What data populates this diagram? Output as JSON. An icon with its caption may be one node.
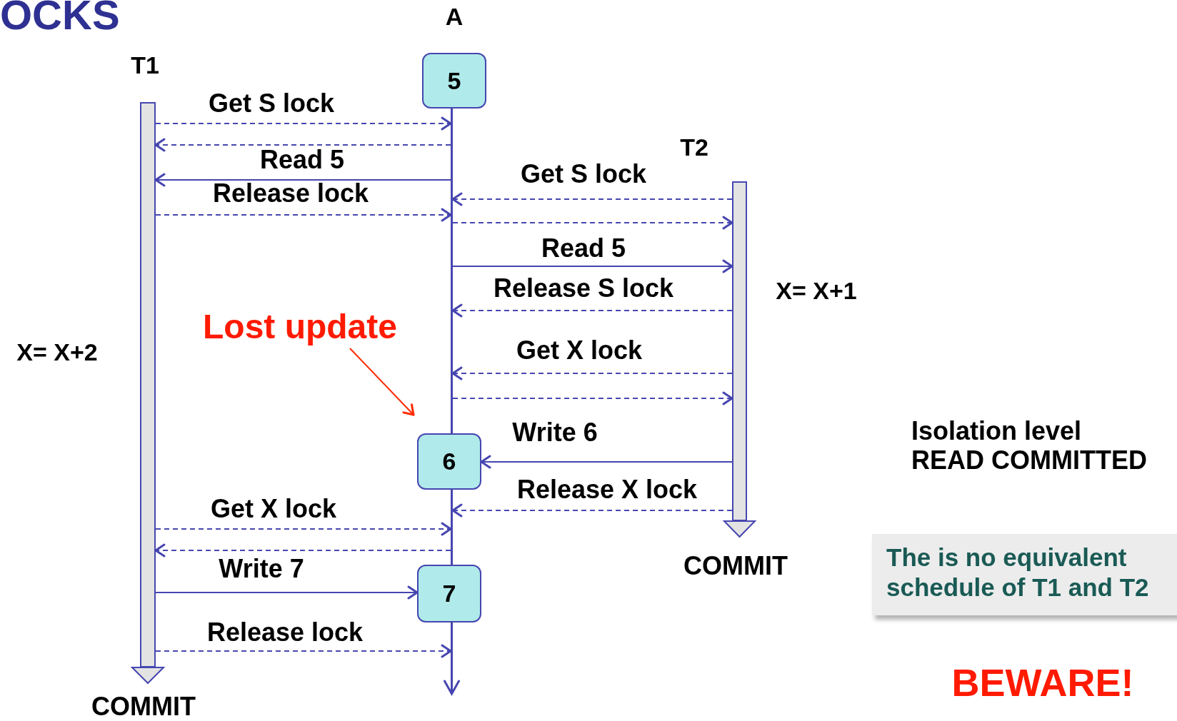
{
  "diagram": {
    "title": "OCKS",
    "nodes": [
      {
        "text": [],
        "shape": "bar"
      },
      {
        "text": [],
        "shape": "line"
      },
      {
        "text": [
          "5"
        ]
      },
      {
        "text": [
          "6"
        ]
      },
      {
        "text": [
          "7"
        ]
      },
      {
        "text": [],
        "shape": "bar"
      },
      {
        "text": [
          "Lost update"
        ]
      },
      {
        "text": [
          "The is no equivalent schedule of T1 and T2"
        ]
      }
    ],
    "edges": [
      {
        "from": 0,
        "to": 1,
        "arrow": "to",
        "label": "Get S lock",
        "style": "dashed"
      },
      {
        "from": 1,
        "to": 0,
        "arrow": "to",
        "style": "dashed"
      },
      {
        "from": 1,
        "to": 0,
        "arrow": "to",
        "label": "Read 5"
      },
      {
        "from": 0,
        "to": 1,
        "arrow": "to",
        "label": "Release lock",
        "style": "dashed"
      },
      {
        "from": 5,
        "to": 1,
        "arrow": "to",
        "label": "Get S lock",
        "style": "dashed"
      },
      {
        "from": 1,
        "to": 5,
        "arrow": "to",
        "style": "dashed"
      },
      {
        "from": 1,
        "to": 5,
        "arrow": "to",
        "label": "Read 5"
      },
      {
        "from": 5,
        "to": 1,
        "arrow": "to",
        "label": "Release S lock",
        "style": "dashed"
      },
      {
        "from": 5,
        "to": 1,
        "arrow": "to",
        "label": "Get X lock",
        "style": "dashed"
      },
      {
        "from": 1,
        "to": 5,
        "arrow": "to",
        "style": "dashed"
      },
      {
        "from": 5,
        "to": 3,
        "arrow": "to",
        "label": "Write 6"
      },
      {
        "from": 5,
        "to": 1,
        "arrow": "to",
        "label": "Release X lock",
        "style": "dashed"
      },
      {
        "from": 0,
        "to": 1,
        "arrow": "to",
        "label": "Get X lock",
        "style": "dashed"
      },
      {
        "from": 1,
        "to": 0,
        "arrow": "to",
        "style": "dashed"
      },
      {
        "from": 0,
        "to": 4,
        "arrow": "to",
        "label": "Write 7"
      },
      {
        "from": 0,
        "to": 1,
        "arrow": "to",
        "label": "Release lock",
        "style": "dashed"
      },
      {
        "from": 6,
        "to": 3,
        "arrow": "to",
        "color": "#ff2a00"
      }
    ],
    "labels": [
      "A",
      "T1",
      "T2",
      "X= X+1",
      "X= X+2",
      "Isolation level READ COMMITTED",
      "COMMIT",
      "BEWARE!",
      "COMMIT"
    ]
  }
}
